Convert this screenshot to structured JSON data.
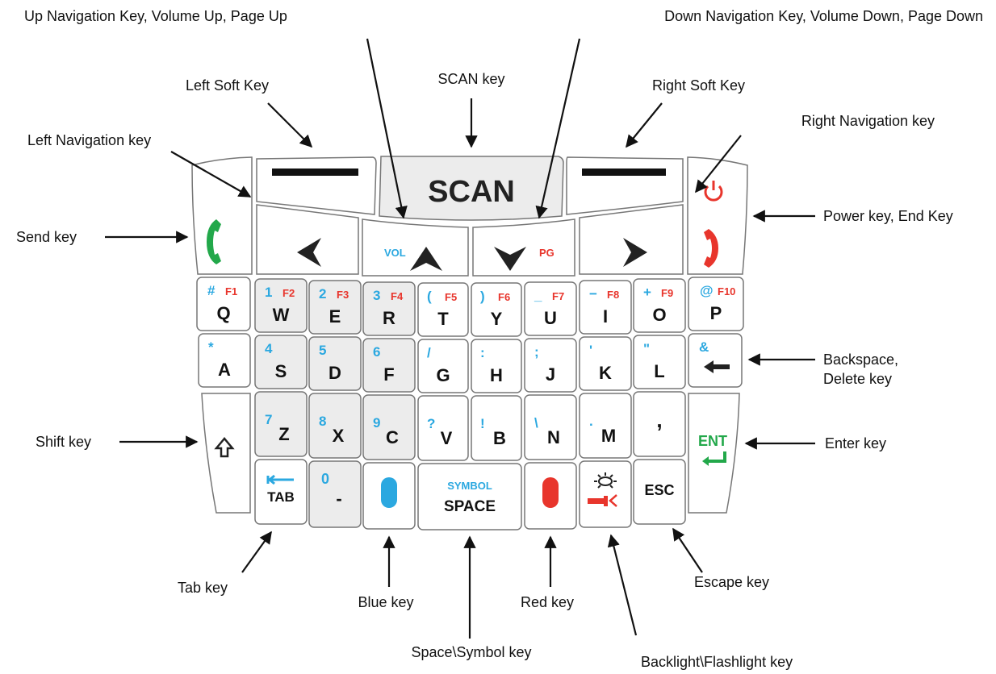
{
  "diagram": {
    "callouts": {
      "up_nav": "Up Navigation Key, Volume Up, Page Up",
      "down_nav": "Down Navigation Key, Volume Down, Page Down",
      "left_soft": "Left Soft Key",
      "scan": "SCAN key",
      "right_soft": "Right Soft Key",
      "left_nav": "Left Navigation key",
      "right_nav": "Right Navigation key",
      "send": "Send key",
      "power": "Power key, End Key",
      "backspace_1": "Backspace,",
      "backspace_2": "Delete key",
      "shift": "Shift key",
      "enter": "Enter key",
      "tab": "Tab key",
      "blue": "Blue key",
      "red": "Red key",
      "escape": "Escape key",
      "space": "Space\\Symbol key",
      "backlight": "Backlight\\Flashlight key"
    },
    "keys": {
      "scan": "SCAN",
      "vol": "VOL",
      "pg": "PG",
      "tab": "TAB",
      "zero": "0",
      "dash": "-",
      "symbol": "SYMBOL",
      "space": "SPACE",
      "esc": "ESC",
      "ent": "ENT",
      "comma": ","
    },
    "row1": [
      {
        "main": "Q",
        "blue": "#",
        "red": "F1"
      },
      {
        "main": "W",
        "blue": "1",
        "red": "F2"
      },
      {
        "main": "E",
        "blue": "2",
        "red": "F3"
      },
      {
        "main": "R",
        "blue": "3",
        "red": "F4"
      },
      {
        "main": "T",
        "blue": "(",
        "red": "F5"
      },
      {
        "main": "Y",
        "blue": ")",
        "red": "F6"
      },
      {
        "main": "U",
        "blue": "_",
        "red": "F7"
      },
      {
        "main": "I",
        "blue": "−",
        "red": "F8"
      },
      {
        "main": "O",
        "blue": "+",
        "red": "F9"
      },
      {
        "main": "P",
        "blue": "@",
        "red": "F10"
      }
    ],
    "row2": [
      {
        "main": "A",
        "blue": "*"
      },
      {
        "main": "S",
        "blue": "4"
      },
      {
        "main": "D",
        "blue": "5"
      },
      {
        "main": "F",
        "blue": "6"
      },
      {
        "main": "G",
        "blue": "/"
      },
      {
        "main": "H",
        "blue": ":"
      },
      {
        "main": "J",
        "blue": ";"
      },
      {
        "main": "K",
        "blue": "'"
      },
      {
        "main": "L",
        "blue": "\""
      },
      {
        "main": "",
        "blue": "&"
      }
    ],
    "row3": [
      {
        "main": "Z",
        "blue": "7"
      },
      {
        "main": "X",
        "blue": "8"
      },
      {
        "main": "C",
        "blue": "9"
      },
      {
        "main": "V",
        "blue": "?"
      },
      {
        "main": "B",
        "blue": "!"
      },
      {
        "main": "N",
        "blue": "\\"
      },
      {
        "main": "M",
        "blue": "."
      }
    ],
    "colors": {
      "blue": "#2ba8e0",
      "red": "#e8352c",
      "green": "#22a84a",
      "key_fill": "#ffffff",
      "key_shaded": "#ececec",
      "key_stroke": "#777777"
    },
    "icons": [
      "send-icon",
      "power-icon",
      "end-call-icon",
      "left-arrow-icon",
      "right-arrow-icon",
      "up-arrow-icon",
      "down-arrow-icon",
      "shift-icon",
      "backspace-icon",
      "enter-icon",
      "tab-arrow-icon",
      "backlight-icon",
      "flashlight-icon"
    ]
  }
}
